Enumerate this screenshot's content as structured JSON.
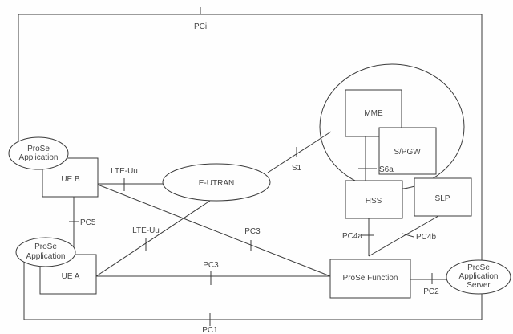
{
  "nodes": {
    "prose_app_b": [
      "ProSe",
      "Application"
    ],
    "ue_b": "UE B",
    "prose_app_a": [
      "ProSe",
      "Application"
    ],
    "ue_a": "UE A",
    "eutran": "E-UTRAN",
    "mme": "MME",
    "spgw": "S/PGW",
    "hss": "HSS",
    "slp": "SLP",
    "prose_function": "ProSe Function",
    "prose_app_server": [
      "ProSe",
      "Application",
      "Server"
    ]
  },
  "interfaces": {
    "pci": "PCi",
    "pc1": "PC1",
    "pc2": "PC2",
    "pc3_ue_a": "PC3",
    "pc3_ue_b": "PC3",
    "pc4a": "PC4a",
    "pc4b": "PC4b",
    "pc5": "PC5",
    "lte_uu_ue_b": "LTE-Uu",
    "lte_uu_ue_a": "LTE-Uu",
    "s1": "S1",
    "s6a": "S6a"
  }
}
